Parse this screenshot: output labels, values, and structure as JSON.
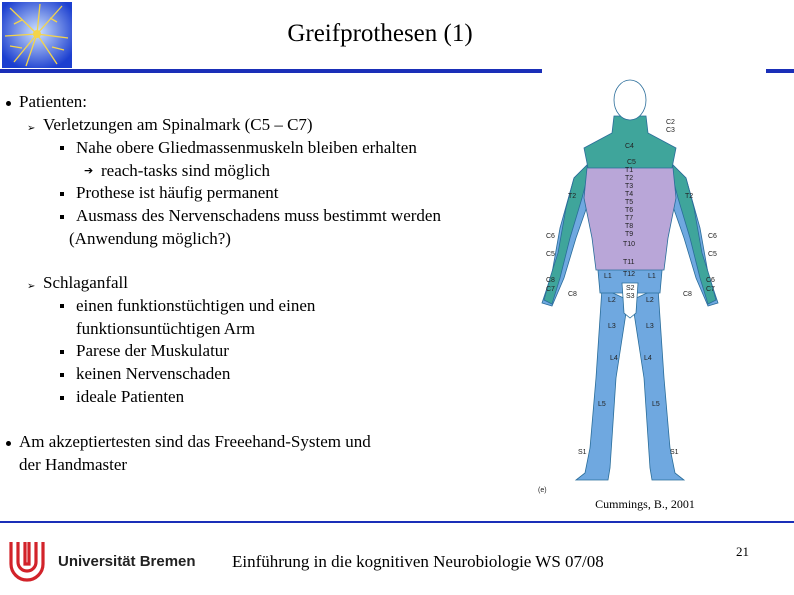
{
  "slide": {
    "title": "Greifprothesen (1)",
    "citation": "Cummings, B., 2001",
    "footer": "Einführung in die kognitiven Neurobiologie WS 07/08",
    "page_number": "21",
    "university": "Universität Bremen"
  },
  "content": {
    "patients_heading": "Patienten:",
    "spinal_heading": "Verletzungen am Spinalmark (C5 – C7)",
    "spinal_item1": "Nahe obere Gliedmassenmuskeln bleiben erhalten",
    "spinal_item1_sub": "reach-tasks sind möglich",
    "spinal_item2": "Prothese ist häufig permanent",
    "spinal_item3_line1": "Ausmass des Nervenschadens muss bestimmt werden",
    "spinal_item3_line2": "(Anwendung möglich?)",
    "stroke_heading": "Schlaganfall",
    "stroke_item1_line1": "einen funktionstüchtigen und einen",
    "stroke_item1_line2": "funktionsuntüchtigen Arm",
    "stroke_item2": "Parese der Muskulatur",
    "stroke_item3": "keinen Nervenschaden",
    "stroke_item4": "ideale Patienten",
    "conclusion_line1": "Am akzeptiertesten sind das Freeehand-System und",
    "conclusion_line2": "der Handmaster"
  },
  "figure": {
    "panel_label": "(e)",
    "labels": {
      "c2": "C2",
      "c3": "C3",
      "c4": "C4",
      "c5": "C5",
      "c6": "C6",
      "c7": "C7",
      "c8": "C8",
      "t1": "T1",
      "t2": "T2",
      "t3": "T3",
      "t4": "T4",
      "t5": "T5",
      "t6": "T6",
      "t7": "T7",
      "t8": "T8",
      "t9": "T9",
      "t10": "T10",
      "t11": "T11",
      "t12": "T12",
      "l1": "L1",
      "l2": "L2",
      "l3": "L3",
      "l4": "L4",
      "l5": "L5",
      "s1": "S1",
      "s2": "S2",
      "s3": "S3"
    }
  },
  "colors": {
    "accent_bar": "#1a2fb8",
    "dermatome_green": "#3fa59b",
    "dermatome_purple": "#b9a6d8",
    "dermatome_blue": "#6fa8e0",
    "uni_red": "#d2232a"
  }
}
